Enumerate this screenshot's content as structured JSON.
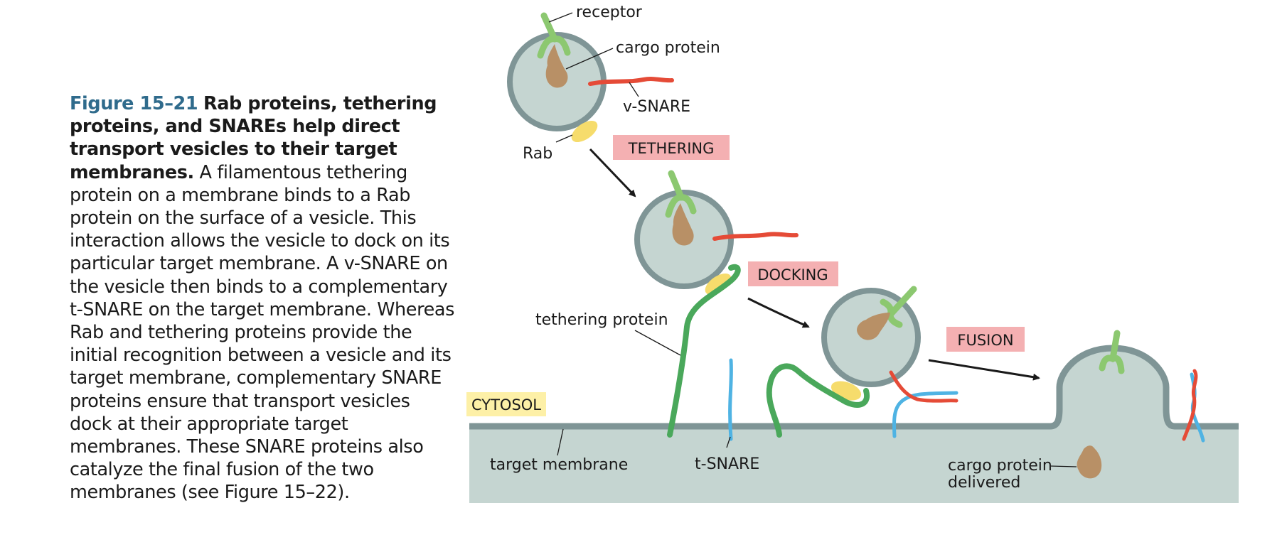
{
  "caption": {
    "figure_number": "Figure 15–21",
    "title": "Rab proteins, tethering proteins, and SNAREs help direct transport vesicles to their target membranes.",
    "body": "A filamentous tethering protein on a membrane binds to a Rab protein on the surface of a vesicle. This interaction allows the vesicle to dock on its particular target membrane. A v-SNARE on the vesicle then binds to a complementary t-SNARE on the target membrane. Whereas Rab and tethering proteins provide the initial recognition between a vesicle and its target membrane, complementary SNARE proteins ensure that transport vesicles dock at their appropriate target membranes. These SNARE proteins also catalyze the final fusion of the two membranes (see Figure 15–22)."
  },
  "labels": {
    "receptor": "receptor",
    "cargo_protein": "cargo protein",
    "v_snare": "v-SNARE",
    "rab": "Rab",
    "tethering_protein": "tethering protein",
    "cytosol": "CYTOSOL",
    "target_membrane": "target membrane",
    "t_snare": "t-SNARE",
    "cargo_delivered_line1": "cargo protein",
    "cargo_delivered_line2": "delivered"
  },
  "stages": {
    "tethering": "TETHERING",
    "docking": "DOCKING",
    "fusion": "FUSION"
  },
  "colors": {
    "membrane": "#7f9596",
    "lumen": "#c5d5d1",
    "receptor": "#8cc870",
    "cargo": "#b89066",
    "v_snare": "#e54b37",
    "t_snare": "#4fb3e3",
    "rab": "#f6dc6c",
    "tether": "#4aa85b",
    "stage_box": "#f4b0b2",
    "cytosol_box": "#fdf0a7",
    "figure_number": "#2f6b8c"
  }
}
